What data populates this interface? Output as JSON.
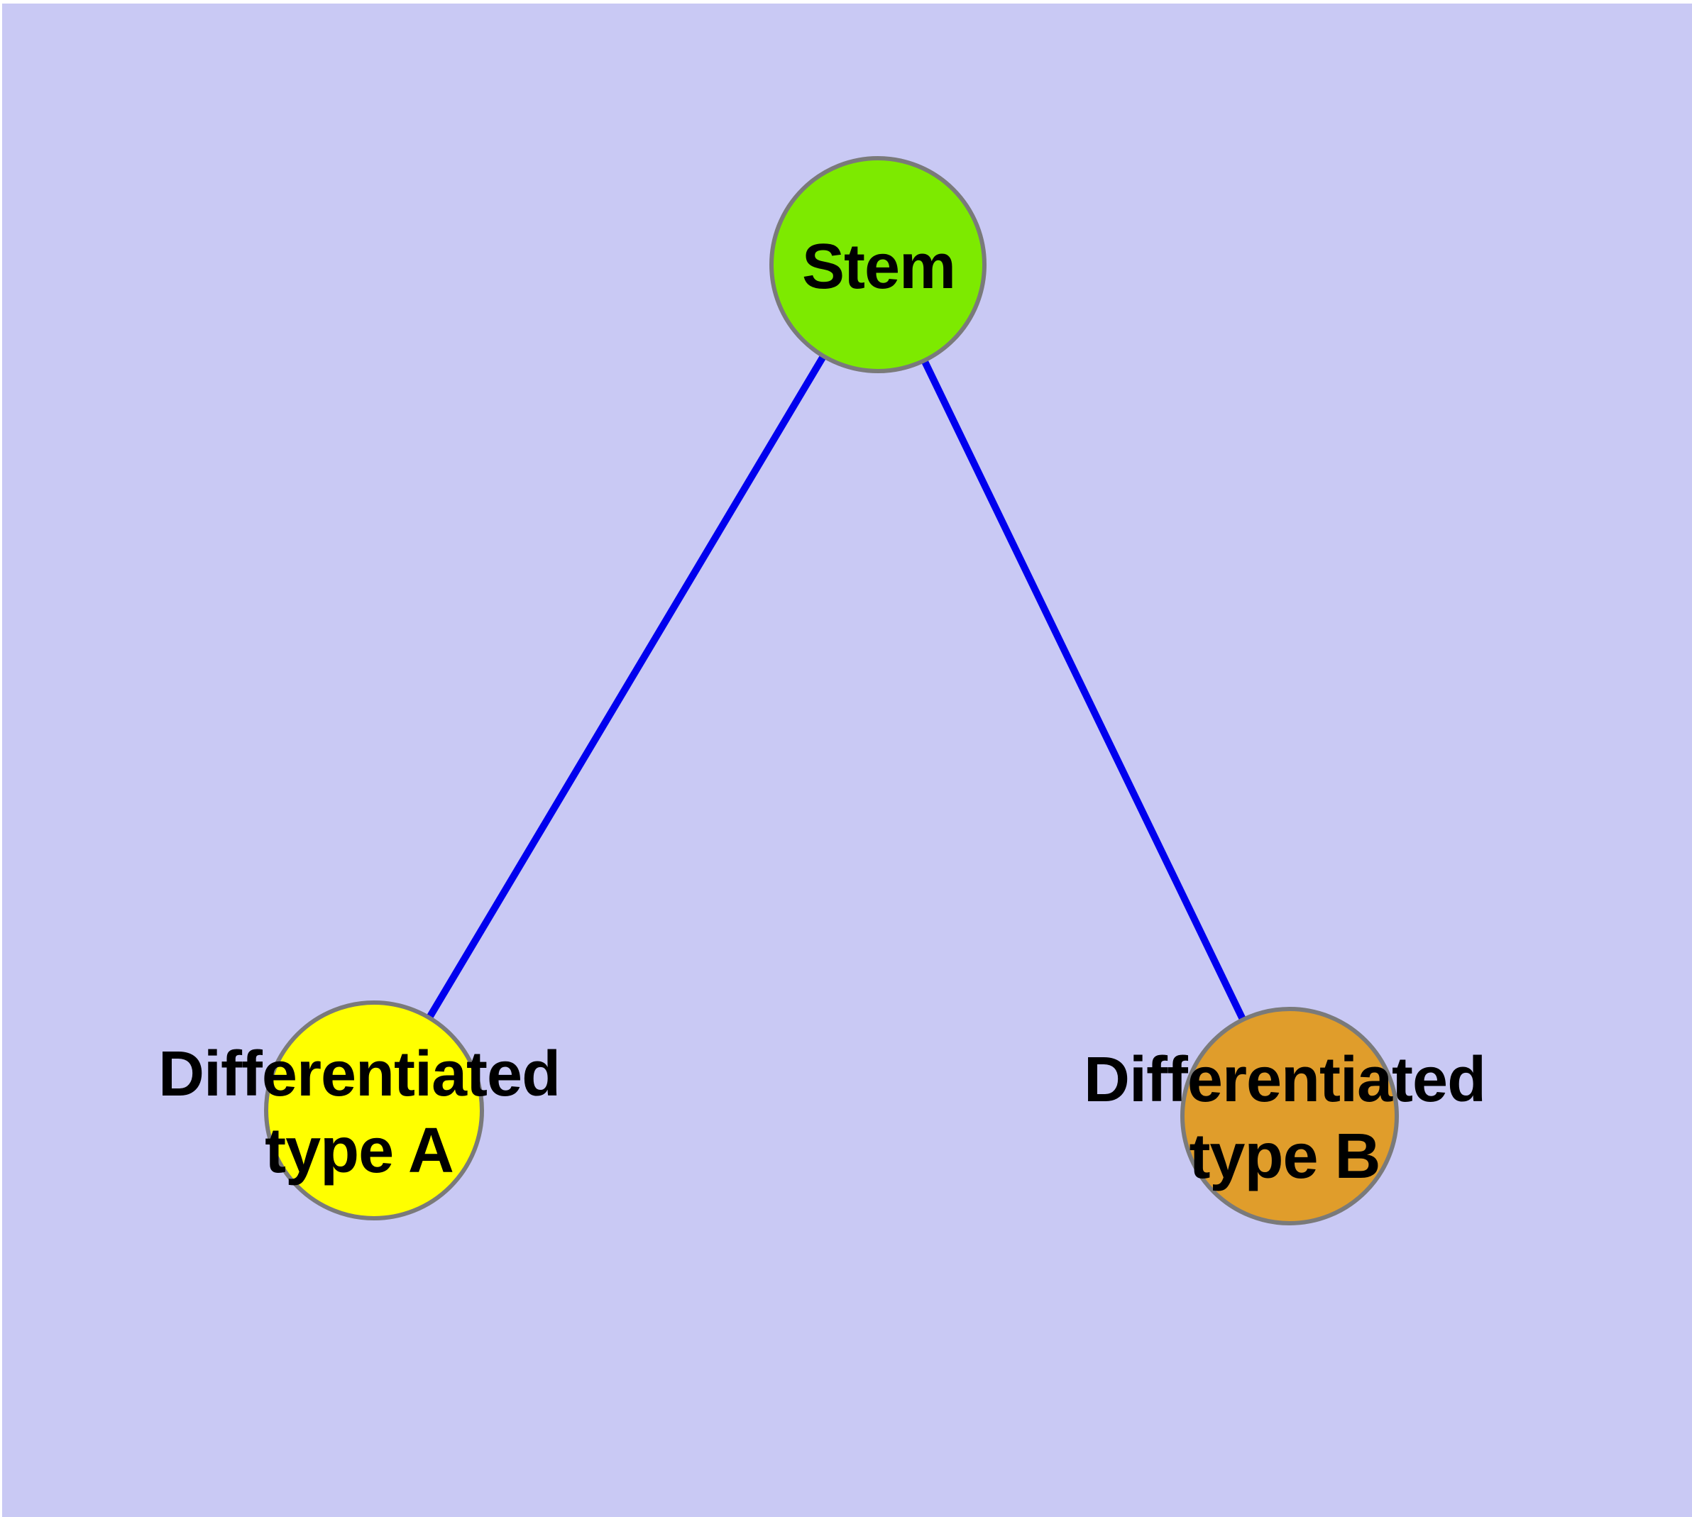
{
  "diagram": {
    "frame_color": "#FFFFFF",
    "background_color": "#C9C9F4",
    "edge_color": "#0000EE",
    "node_border_color": "#7A7A7A",
    "text_color": "#000000",
    "nodes": [
      {
        "id": "stem",
        "label": "Stem",
        "fill_color": "#7DEA00"
      },
      {
        "id": "differentiated-type-a",
        "label": "Differentiated\ntype A",
        "fill_color": "#FFFF00"
      },
      {
        "id": "differentiated-type-b",
        "label": "Differentiated\ntype B",
        "fill_color": "#E09D2B"
      }
    ],
    "edges": [
      {
        "from": "stem",
        "to": "differentiated-type-a"
      },
      {
        "from": "stem",
        "to": "differentiated-type-b"
      }
    ]
  }
}
